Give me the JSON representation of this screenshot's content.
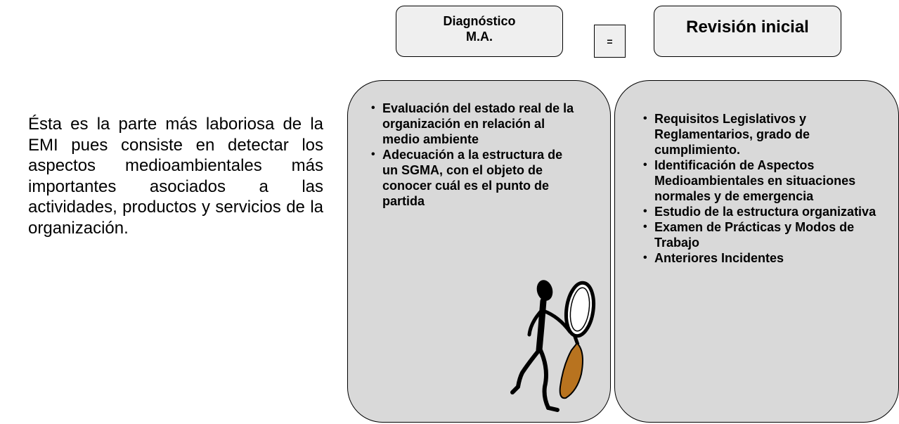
{
  "intro_text": "Ésta es la parte más laboriosa de la EMI pues consiste en detectar los aspectos medioambientales más importantes asociados a las actividades, productos y servicios de la organización.",
  "header_left": {
    "line1": "Diagnóstico",
    "line2": "M.A."
  },
  "equals_sign": "=",
  "header_right": "Revisión inicial",
  "left_panel": {
    "items": [
      "Evaluación del estado real de la organización en relación al medio ambiente",
      "Adecuación a la estructura  de un SGMA, con el objeto de conocer cuál es el punto de partida"
    ]
  },
  "right_panel": {
    "items": [
      "Requisitos Legislativos y Reglamentarios, grado de cumplimiento.",
      "Identificación de Aspectos Medioambientales en situaciones normales y de emergencia",
      "Estudio de la estructura organizativa",
      "Examen de Prácticas y  Modos de Trabajo",
      "Anteriores Incidentes"
    ]
  },
  "illustration": {
    "icon": "magnifying-glass-figure-icon",
    "handle_color": "#b8731f",
    "figure_color": "#000000"
  }
}
